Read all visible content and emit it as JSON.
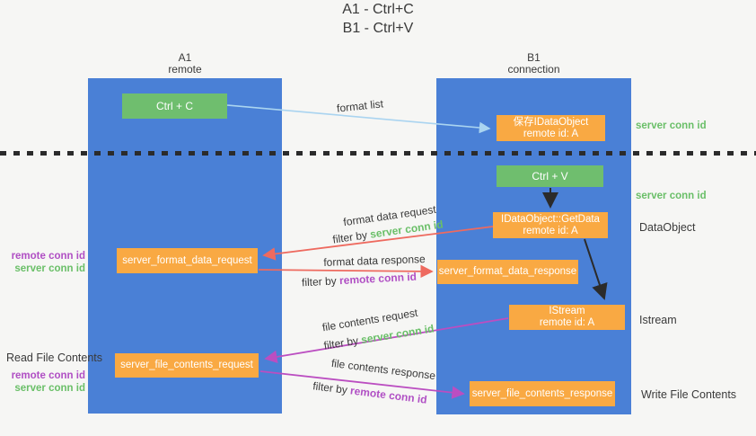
{
  "title": {
    "line1": "A1 - Ctrl+C",
    "line2": "B1 - Ctrl+V"
  },
  "columns": {
    "a1": {
      "name": "A1",
      "subtitle": "remote"
    },
    "b1": {
      "name": "B1",
      "subtitle": "connection"
    }
  },
  "boxes": {
    "ctrl_c": "Ctrl + C",
    "ctrl_v": "Ctrl + V",
    "save_idataobject": {
      "line1": "保存IDataObject",
      "line2": "remote id: A"
    },
    "getdata": {
      "line1": "IDataObject::GetData",
      "line2": "remote id: A"
    },
    "istream": {
      "line1": "IStream",
      "line2": "remote id: A"
    },
    "format_request": "server_format_data_request",
    "format_response": "server_format_data_response",
    "file_request": "server_file_contents_request",
    "file_response": "server_file_contents_response"
  },
  "arrow_labels": {
    "format_list": "format list",
    "format_data_request": "format data request",
    "format_data_response": "format data response",
    "file_contents_request": "file contents request",
    "file_contents_response": "file contents response",
    "filter_by": "filter by ",
    "server_conn_id": "server conn id",
    "remote_conn_id": "remote conn id"
  },
  "side_labels": {
    "server_conn_id_top": "server conn id",
    "server_conn_id_mid": "server conn id",
    "dataobject": "DataObject",
    "istream": "Istream",
    "write_file_contents": "Write File Contents",
    "read_file_contents": "Read File Contents",
    "remote_conn_id": "remote conn id",
    "server_conn_id": "server conn id"
  },
  "colors": {
    "column_blue": "#4a80d6",
    "box_green": "#6fbe6e",
    "box_orange": "#f9a943",
    "arrow_red": "#ee6a5f",
    "arrow_magenta": "#bb4ec1",
    "arrow_lightblue": "#aad4f0",
    "arrow_black": "#2b2b2b",
    "text_green": "#6abf68",
    "text_purple": "#b04fc4",
    "text_dark": "#3a3a3a",
    "background": "#f6f6f4"
  }
}
